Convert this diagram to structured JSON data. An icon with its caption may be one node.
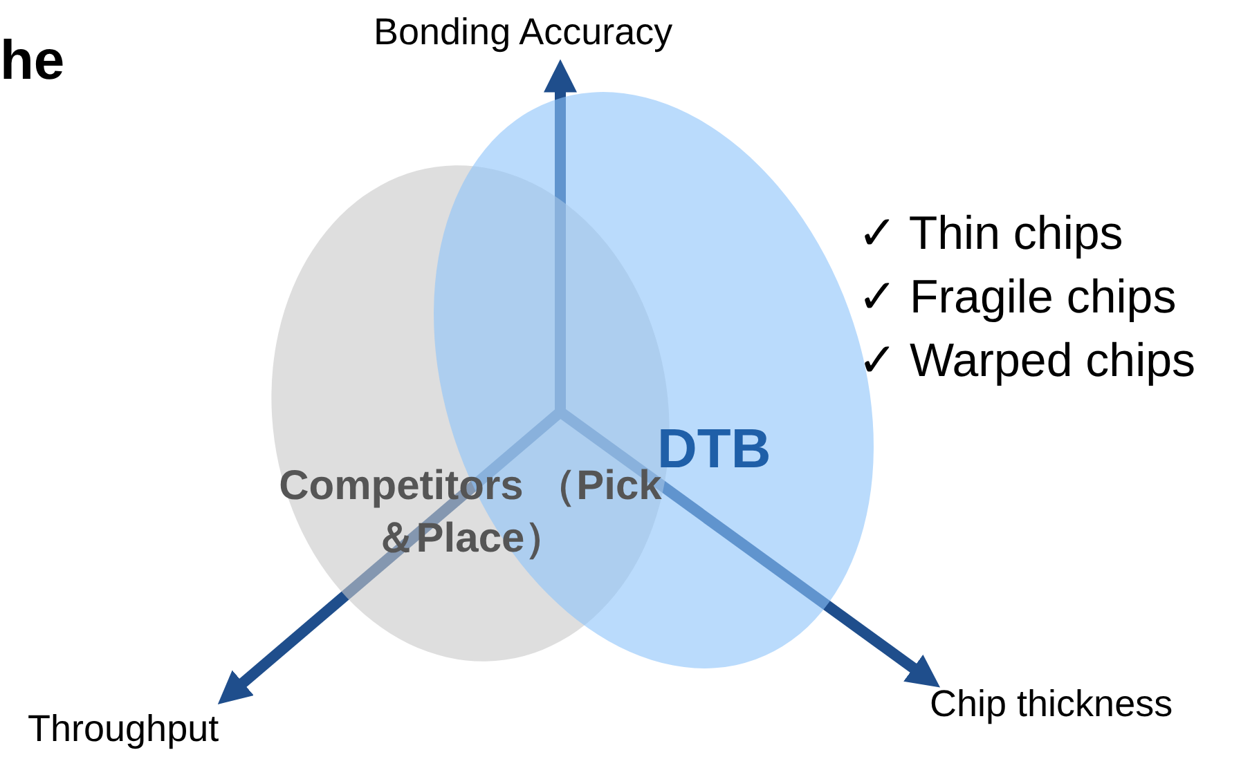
{
  "diagram": {
    "nodes": [
      {
        "text": [
          "Competitors （Pick＆Place）"
        ]
      },
      {
        "text": [
          "DTB"
        ]
      }
    ],
    "labels": [
      "he",
      "Bonding Accuracy",
      "✓ Thin chips",
      "✓ Fragile chips",
      "✓ Warped chips",
      "Throughput",
      "Chip thickness"
    ]
  }
}
